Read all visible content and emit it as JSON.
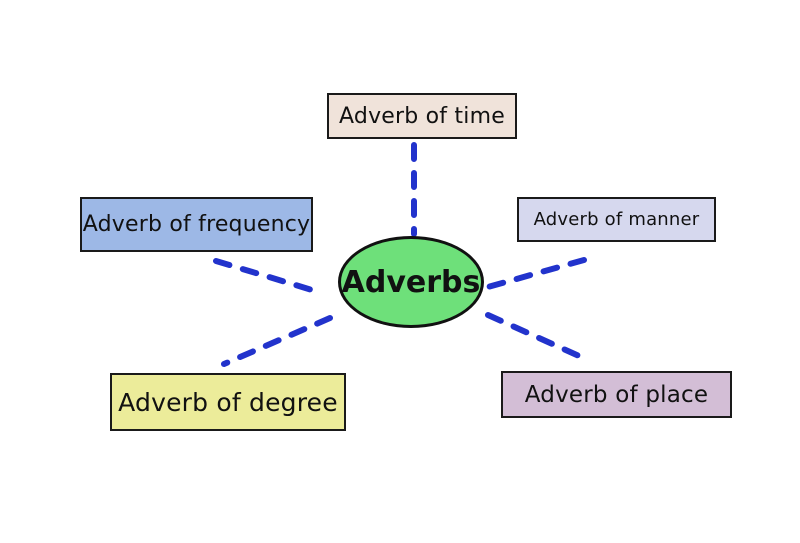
{
  "center": {
    "label": "Adverbs",
    "color": "#6ee07a"
  },
  "nodes": {
    "time": {
      "label": "Adverb of time",
      "color": "#f0e3da"
    },
    "frequency": {
      "label": "Adverb of frequency",
      "color": "#9db8e6"
    },
    "manner": {
      "label": "Adverb of manner",
      "color": "#d6d8ee"
    },
    "degree": {
      "label": "Adverb of degree",
      "color": "#ecec9a"
    },
    "place": {
      "label": "Adverb of place",
      "color": "#d3bed6"
    }
  },
  "connector_color": "#2233cc"
}
